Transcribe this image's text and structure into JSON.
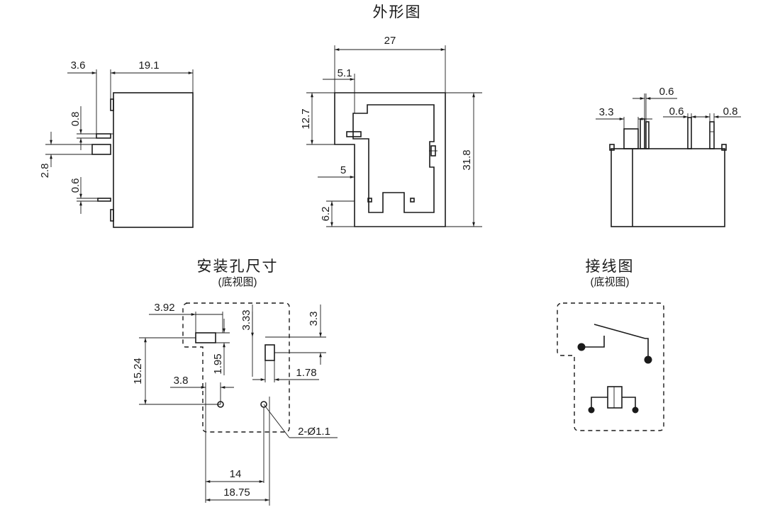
{
  "titles": {
    "outline": "外形图",
    "mounting": "安装孔尺寸",
    "mounting_sub": "(底视图)",
    "wiring": "接线图",
    "wiring_sub": "(底视图)"
  },
  "dims": {
    "side": {
      "d_3_6": "3.6",
      "d_19_1": "19.1",
      "d_0_8": "0.8",
      "d_2_8": "2.8",
      "d_0_6": "0.6"
    },
    "top": {
      "d_27": "27",
      "d_5_1": "5.1",
      "d_12_7": "12.7",
      "d_5": "5",
      "d_6_2": "6.2",
      "d_31_8": "31.8"
    },
    "front": {
      "d_3_3": "3.3",
      "d_0_6a": "0.6",
      "d_0_6b": "0.6",
      "d_0_8": "0.8"
    },
    "holes": {
      "d_3_92": "3.92",
      "d_3_33": "3.33",
      "d_3_3": "3.3",
      "d_15_24": "15.24",
      "d_1_95": "1.95",
      "d_1_78": "1.78",
      "d_3_8": "3.8",
      "d_hole": "2-Ø1.1",
      "d_14": "14",
      "d_18_75": "18.75"
    }
  }
}
